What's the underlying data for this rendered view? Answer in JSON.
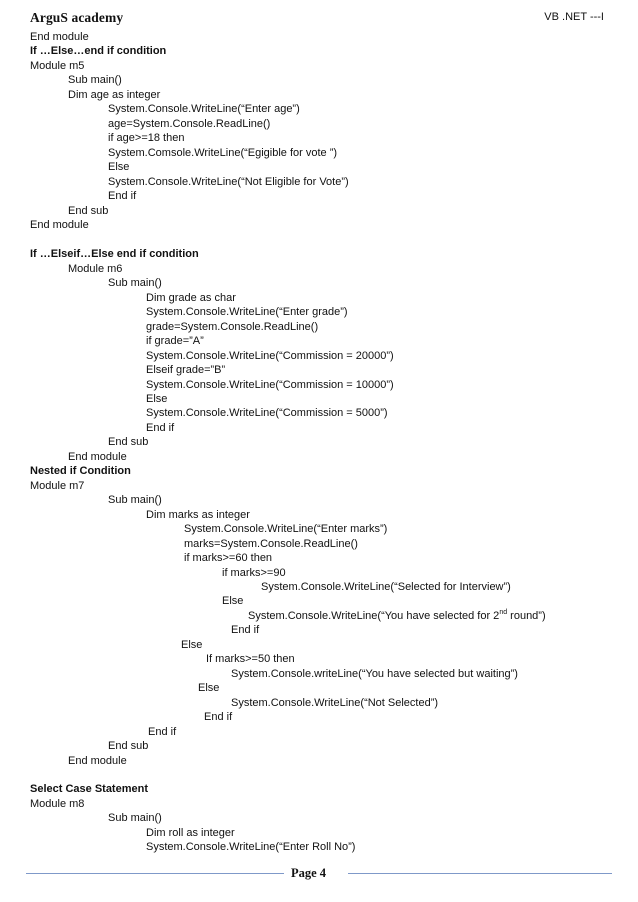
{
  "header": {
    "brand": "ArguS academy",
    "course": "VB .NET ---I"
  },
  "lines": [
    {
      "text": "End module",
      "bold": false
    },
    {
      "text": "If …Else…end if condition",
      "bold": true
    },
    {
      "text": "Module m5",
      "bold": false
    },
    {
      "text": "Sub main()",
      "bold": false
    },
    {
      "text": "Dim age as integer",
      "bold": false
    },
    {
      "text": "System.Console.WriteLine(“Enter age”)",
      "bold": false
    },
    {
      "text": "age=System.Console.ReadLine()",
      "bold": false
    },
    {
      "text": "if age>=18 then",
      "bold": false
    },
    {
      "text": "System.Comsole.WriteLine(“Egigible for vote ”)",
      "bold": false
    },
    {
      "text": "Else",
      "bold": false
    },
    {
      "text": "System.Console.WriteLine(“Not Eligible for Vote”)",
      "bold": false
    },
    {
      "text": "End if",
      "bold": false
    },
    {
      "text": "End sub",
      "bold": false
    },
    {
      "text": "End module",
      "bold": false
    },
    {
      "text": "If …Elseif…Else end if condition",
      "bold": true
    },
    {
      "text": "Module m6",
      "bold": false
    },
    {
      "text": "Sub main()",
      "bold": false
    },
    {
      "text": "Dim grade as char",
      "bold": false
    },
    {
      "text": "System.Console.WriteLine(“Enter grade”)",
      "bold": false
    },
    {
      "text": "grade=System.Console.ReadLine()",
      "bold": false
    },
    {
      "text": "if grade=”A”",
      "bold": false
    },
    {
      "text": "System.Console.WriteLine(“Commission = 20000”)",
      "bold": false
    },
    {
      "text": "Elseif grade=”B”",
      "bold": false
    },
    {
      "text": "System.Console.WriteLine(“Commission = 10000”)",
      "bold": false
    },
    {
      "text": "Else",
      "bold": false
    },
    {
      "text": "System.Console.WriteLine(“Commission = 5000”)",
      "bold": false
    },
    {
      "text": "End if",
      "bold": false
    },
    {
      "text": "End sub",
      "bold": false
    },
    {
      "text": "End module",
      "bold": false
    },
    {
      "text": "Nested if Condition",
      "bold": true
    },
    {
      "text": "Module m7",
      "bold": false
    },
    {
      "text": "Sub main()",
      "bold": false
    },
    {
      "text": "Dim marks as integer",
      "bold": false
    },
    {
      "text": "System.Console.WriteLine(“Enter marks”)",
      "bold": false
    },
    {
      "text": "marks=System.Console.ReadLine()",
      "bold": false
    },
    {
      "text": "if marks>=60 then",
      "bold": false
    },
    {
      "text": "if marks>=90",
      "bold": false
    },
    {
      "text": "System.Console.WriteLine(“Selected for Interview”)",
      "bold": false
    },
    {
      "text": "Else",
      "bold": false
    },
    {
      "text": "System.Console.WriteLine(“You have selected for 2",
      "sup": "nd",
      "after": " round”)",
      "bold": false
    },
    {
      "text": "End if",
      "bold": false
    },
    {
      "text": "Else",
      "bold": false
    },
    {
      "text": "If marks>=50 then",
      "bold": false
    },
    {
      "text": "System.Console.writeLine(“You have selected but waiting”)",
      "bold": false
    },
    {
      "text": "Else",
      "bold": false
    },
    {
      "text": "System.Console.WriteLine(“Not Selected”)",
      "bold": false
    },
    {
      "text": "End if",
      "bold": false
    },
    {
      "text": "End if",
      "bold": false
    },
    {
      "text": "End sub",
      "bold": false
    },
    {
      "text": "End module",
      "bold": false
    },
    {
      "text": "Select Case Statement",
      "bold": true
    },
    {
      "text": "Module m8",
      "bold": false
    },
    {
      "text": "Sub main()",
      "bold": false
    },
    {
      "text": "Dim roll as integer",
      "bold": false
    },
    {
      "text": "System.Console.WriteLine(“Enter Roll No”)",
      "bold": false
    }
  ],
  "footer": {
    "page_label": "Page 4"
  }
}
